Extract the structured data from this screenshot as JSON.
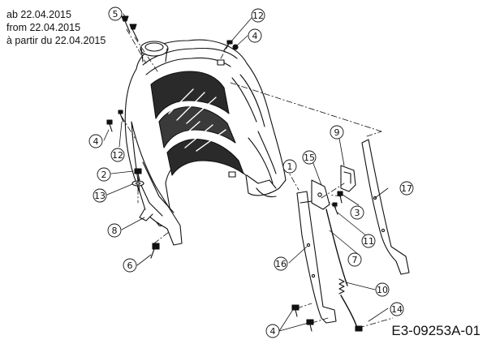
{
  "notes": [
    "ab 22.04.2015",
    "from 22.04.2015",
    "à partir du 22.04.2015"
  ],
  "drawing_code": "E3-09253A-01",
  "callouts": [
    "5",
    "12",
    "4",
    "4",
    "12",
    "2",
    "13",
    "8",
    "6",
    "1",
    "15",
    "9",
    "3",
    "11",
    "17",
    "7",
    "16",
    "10",
    "14",
    "4"
  ]
}
